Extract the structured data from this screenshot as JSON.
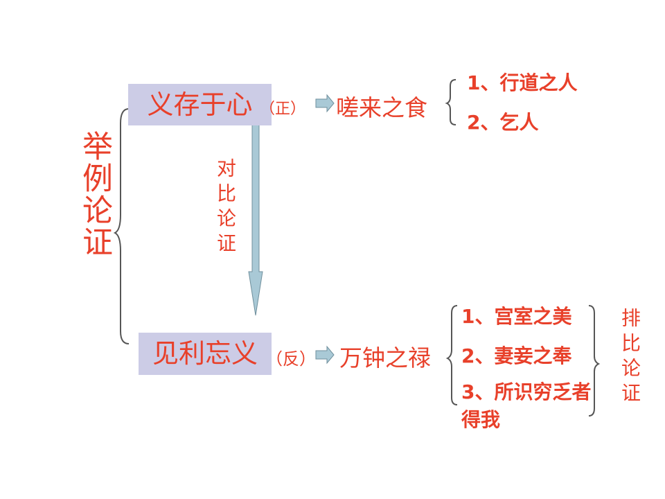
{
  "left_label": "举例论证",
  "top": {
    "main": "义存于心",
    "tag": "（正）",
    "target": "嗟来之食",
    "items": [
      "1、行道之人",
      "2、乞人"
    ]
  },
  "bottom": {
    "main": "见利忘义",
    "tag": "（反）",
    "target": "万钟之禄",
    "items": [
      "1、宫室之美",
      "2、妻妾之奉",
      "3、所识穷乏者得我"
    ]
  },
  "middle_label": "对比论证",
  "right_label": "排比论证",
  "colors": {
    "text": "#e8402a",
    "box": "#cccce6",
    "arrow": "#a9c9d6",
    "line": "#555555"
  }
}
